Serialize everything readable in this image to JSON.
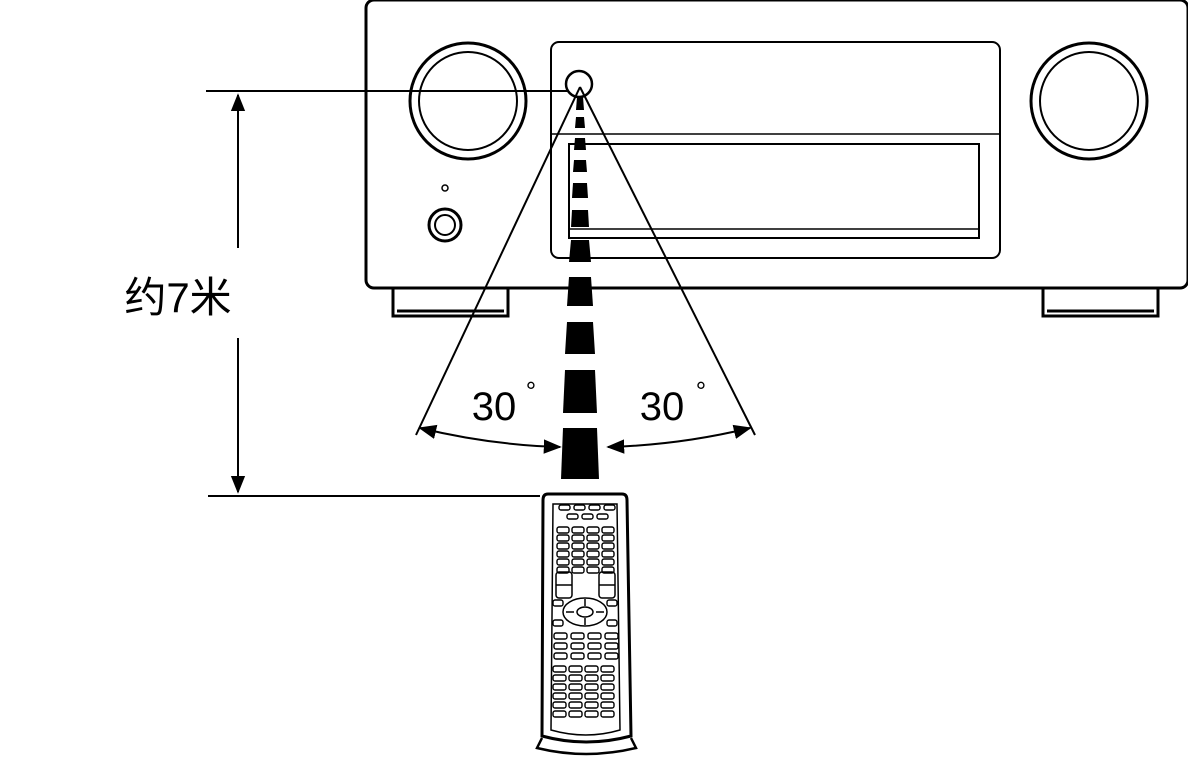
{
  "distance_label": "约7米",
  "angle_left": {
    "value": "30",
    "unit": "°"
  },
  "angle_right": {
    "value": "30",
    "unit": "°"
  },
  "colors": {
    "ink": "#000000",
    "background": "#ffffff"
  }
}
